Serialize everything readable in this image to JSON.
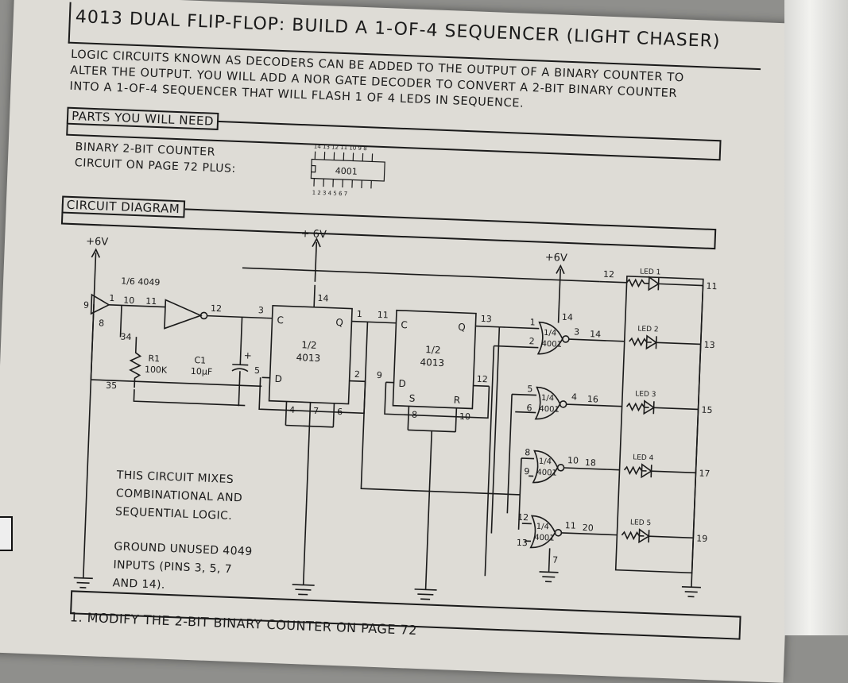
{
  "title": "4013 DUAL FLIP-FLOP: BUILD A 1-OF-4 SEQUENCER (LIGHT CHASER)",
  "intro": [
    "LOGIC CIRCUITS KNOWN AS DECODERS CAN BE ADDED TO THE OUTPUT OF A BINARY COUNTER TO",
    "ALTER THE OUTPUT. YOU WILL ADD A NOR GATE DECODER TO CONVERT A 2-BIT BINARY COUNTER",
    "INTO A 1-OF-4 SEQUENCER THAT WILL FLASH 1 OF 4 LEDS IN SEQUENCE."
  ],
  "parts_header": "PARTS YOU WILL NEED",
  "parts_text": [
    "BINARY 2-BIT COUNTER",
    "CIRCUIT ON PAGE 72 PLUS:"
  ],
  "chip": {
    "label": "4001",
    "top_pins": "14 13 12 11 10 9 8",
    "bottom_pins": "1 2 3 4 5 6 7"
  },
  "diagram_header": "CIRCUIT DIAGRAM",
  "supply_label": "+6V",
  "supplies": [
    "+6V",
    "+ 6V",
    "+6V"
  ],
  "inverter": {
    "label": "1/6 4049",
    "pins": [
      "9",
      "1",
      "10",
      "11",
      "12",
      "8"
    ]
  },
  "resistor": {
    "name": "R1",
    "value": "100K",
    "pins": [
      "34",
      "35"
    ]
  },
  "capacitor": {
    "name": "C1",
    "value": "10µF",
    "polarity": "+"
  },
  "flipflop1": {
    "label": "1/2",
    "part": "4013",
    "pins": [
      "14",
      "3",
      "1",
      "5",
      "2",
      "4",
      "7",
      "6"
    ],
    "C": "C",
    "Q": "Q",
    "D": "D"
  },
  "flipflop2": {
    "label": "1/2",
    "part": "4013",
    "pins": [
      "11",
      "13",
      "9",
      "12",
      "8",
      "10"
    ],
    "C": "C",
    "Q": "Q",
    "D": "D",
    "S": "S",
    "R": "R"
  },
  "nor_gates": [
    {
      "label": "1/4",
      "part": "4001",
      "pins": [
        "1",
        "2",
        "3"
      ],
      "out": "14"
    },
    {
      "label": "1/4",
      "part": "4001",
      "pins": [
        "5",
        "6",
        "4"
      ],
      "out": "16"
    },
    {
      "label": "1/4",
      "part": "4001",
      "pins": [
        "8",
        "9",
        "10"
      ],
      "out": "18"
    },
    {
      "label": "1/4",
      "part": "4001",
      "pins": [
        "12",
        "13",
        "11"
      ],
      "out": "20"
    }
  ],
  "nor_power_pins": [
    "14",
    "7"
  ],
  "leds": [
    {
      "name": "LED 1",
      "in": "12",
      "out": "11"
    },
    {
      "name": "LED 2",
      "in": "14",
      "out": "13"
    },
    {
      "name": "LED 3",
      "in": "16",
      "out": "15"
    },
    {
      "name": "LED 4",
      "in": "18",
      "out": "17"
    },
    {
      "name": "LED 5",
      "in": "20",
      "out": "19"
    }
  ],
  "note1": [
    "THIS CIRCUIT MIXES",
    "COMBINATIONAL AND",
    "SEQUENTIAL LOGIC."
  ],
  "note2": [
    "GROUND UNUSED 4049",
    "INPUTS (PINS 3, 5, 7",
    "AND 14)."
  ],
  "step": "1. MODIFY THE 2-BIT BINARY COUNTER ON PAGE 72"
}
